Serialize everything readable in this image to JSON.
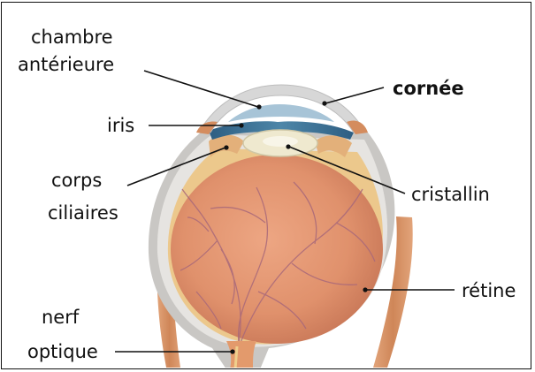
{
  "labels": {
    "chambre_anterieure_1": "chambre",
    "chambre_anterieure_2": "antérieure",
    "cornee": "cornée",
    "iris": "iris",
    "corps_ciliaires_1": "corps",
    "corps_ciliaires_2": "ciliaires",
    "cristallin": "cristallin",
    "nerf_optique_1": "nerf",
    "nerf_optique_2": "optique",
    "retine": "rétine"
  },
  "colors": {
    "sclera": "#c9c7c4",
    "sclera_light": "#e6e4e1",
    "choroid": "#e9c28a",
    "retina_fill": "#de8d69",
    "vessels": "#a9697a",
    "iris": "#3b6f91",
    "lens": "#efe9cf",
    "muscle": "#d48c5e",
    "cornea": "#dcdcdc"
  }
}
